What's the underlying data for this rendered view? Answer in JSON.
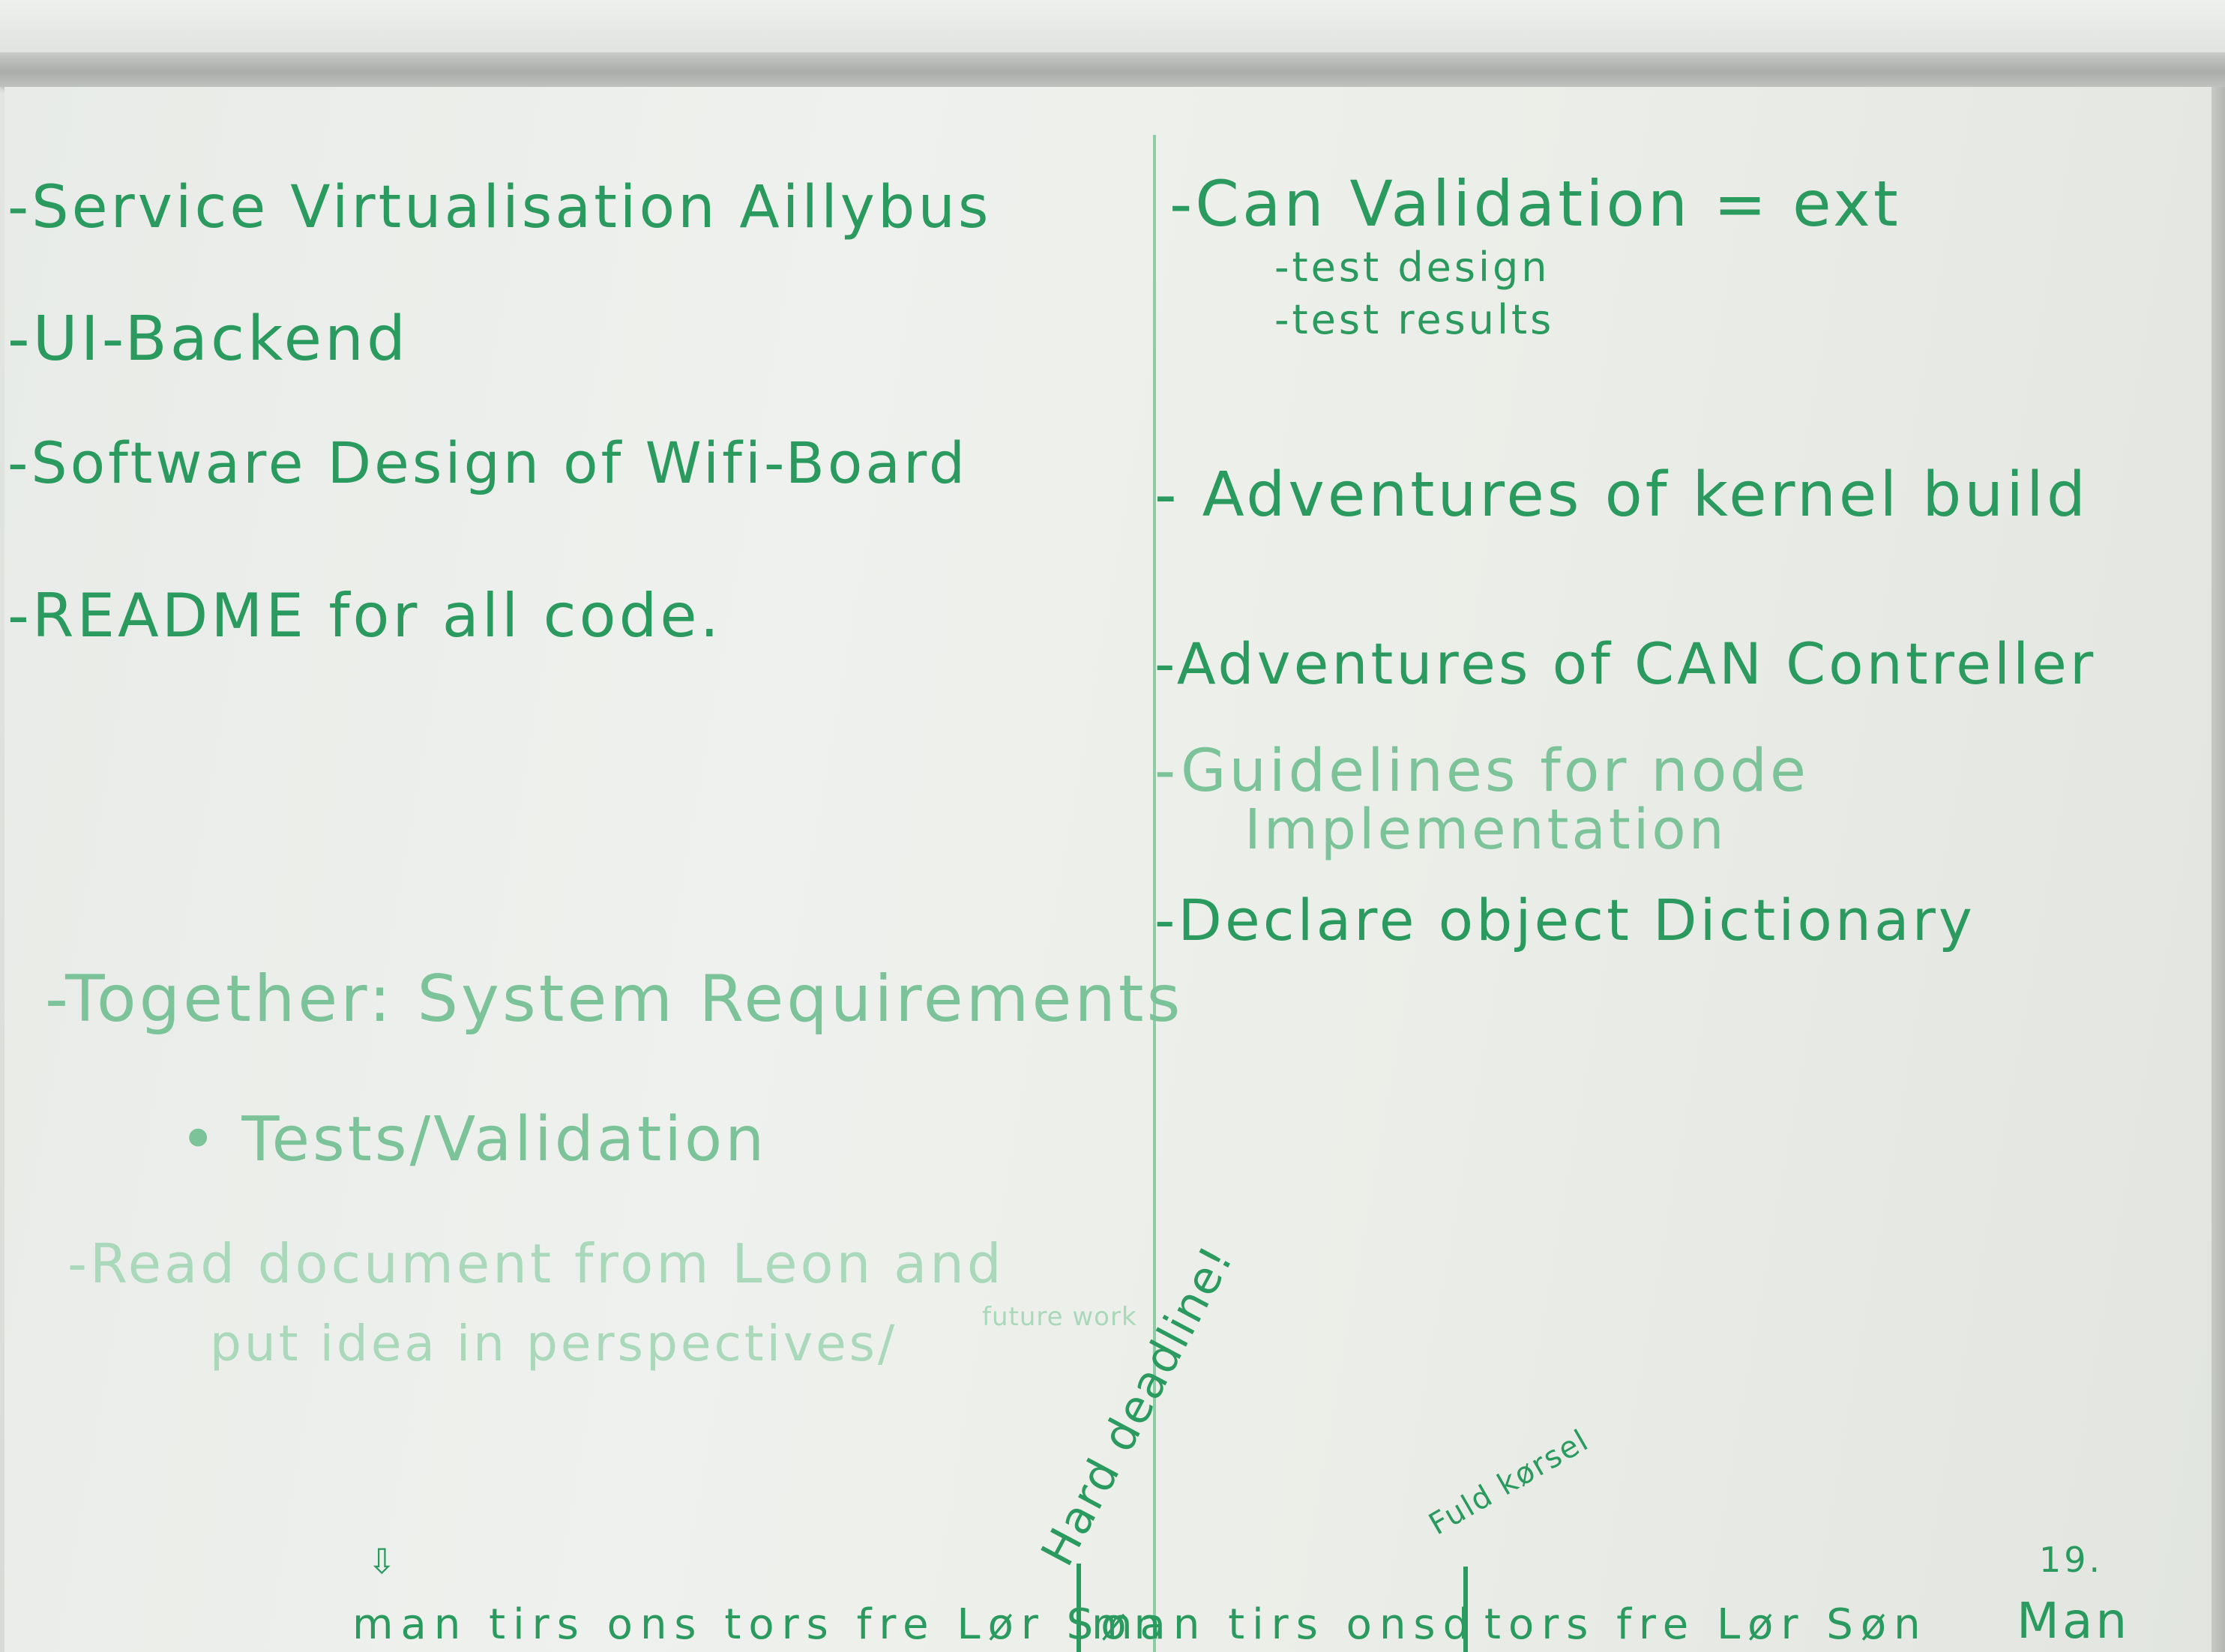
{
  "left": {
    "item1": "-Service Virtualisation Aillybus",
    "item2": "-UI-Backend",
    "item3": "-Software Design of Wifi-Board",
    "item4": "-README for all code.",
    "together": "-Together: System Requirements",
    "tests": "• Tests/Validation",
    "read_line1": "-Read document from Leon and",
    "read_line2": "put idea in perspectives/",
    "future_work": "future work"
  },
  "right": {
    "can": "-Can Validation = ext",
    "test_design": "-test design",
    "test_results": "-test results",
    "kernel": "- Adventures of kernel build",
    "controller": "-Adventures of CAN Contreller",
    "guidelines_line1": "-Guidelines for node",
    "guidelines_line2": "Implementation",
    "declare": "-Declare object Dictionary"
  },
  "timeline": {
    "hard_deadline": "Hard deadline!",
    "fuld": "Fuld kørsel",
    "number": "19.",
    "days_1": "man tirs ons tors fre Lør Søn",
    "days_2": "man tirs onsd",
    "days_3": "tors fre Lør Søn",
    "days_4": "Man"
  },
  "colors": {
    "marker": "#2a9a5e",
    "board": "#eceee9"
  }
}
